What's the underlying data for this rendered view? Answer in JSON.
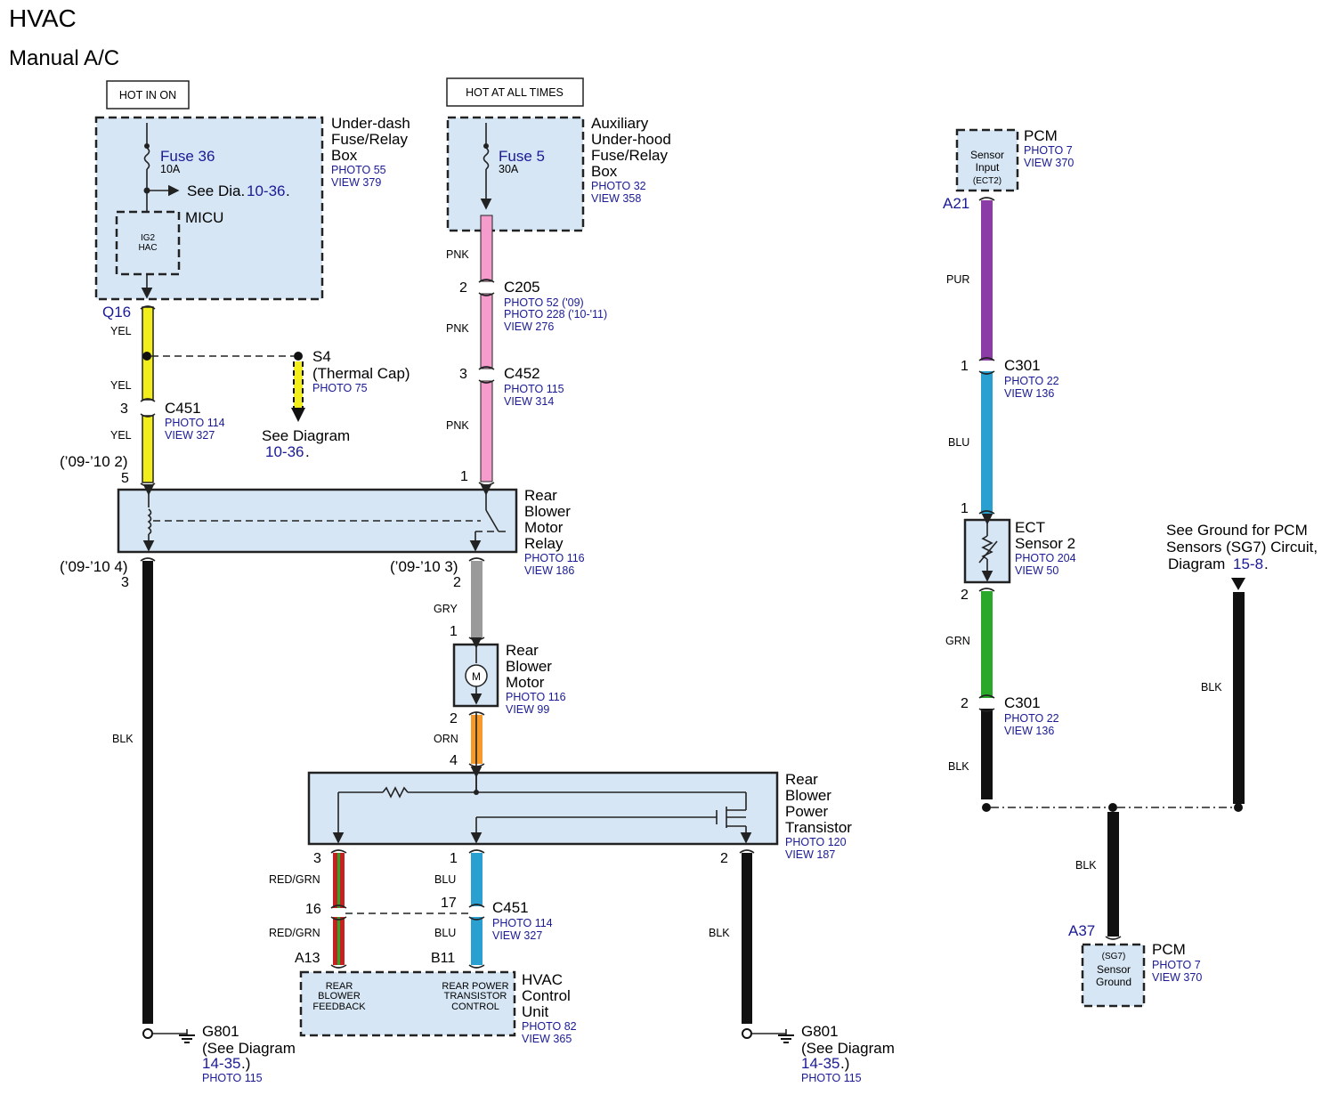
{
  "title": "HVAC",
  "subtitle": "Manual A/C",
  "colors": {
    "YEL": "#f2ee1c",
    "PNK": "#f59ccd",
    "PUR": "#8c3ca6",
    "BLU": "#2aa0d0",
    "GRN": "#2aa82a",
    "BLK": "#111111",
    "GRY": "#9a9a9a",
    "ORN": "#f59a2a",
    "RED": "#c62020",
    "box_fill": "#d6e6f5",
    "ref_text": "#1a1a96"
  },
  "labels": {
    "hot_in_on": "HOT IN ON",
    "hot_at_all_times": "HOT AT ALL TIMES",
    "underdash_box": [
      "Under-dash",
      "Fuse/Relay",
      "Box"
    ],
    "underdash_photo": "PHOTO 55",
    "underdash_view": "VIEW 379",
    "fuse36": "Fuse 36",
    "fuse36_amp": "10A",
    "see_dia": "See Dia.",
    "see_dia_ref": "10-36",
    "micu": "MICU",
    "micu_inner": [
      "IG2",
      "HAC"
    ],
    "aux_box": [
      "Auxiliary",
      "Under-hood",
      "Fuse/Relay",
      "Box"
    ],
    "aux_photo": "PHOTO 32",
    "aux_view": "VIEW 358",
    "fuse5": "Fuse 5",
    "fuse5_amp": "30A",
    "q16": "Q16",
    "yel": "YEL",
    "s4": "S4",
    "thermal_cap": "(Thermal Cap)",
    "s4_photo": "PHOTO 75",
    "see_diagram": "See Diagram",
    "see_diagram_ref": "10-36",
    "c451": "C451",
    "c451_photo": "PHOTO 114",
    "c451_view": "VIEW 327",
    "pin3": "3",
    "year_2": "(’09-’10 2)",
    "pin5": "5",
    "pnk": "PNK",
    "c205": "C205",
    "c205_photo1": "PHOTO 52 ('09)",
    "c205_photo2": "PHOTO 228 ('10-'11)",
    "c205_view": "VIEW 276",
    "pin2": "2",
    "c452": "C452",
    "c452_photo": "PHOTO 115",
    "c452_view": "VIEW 314",
    "pin1": "1",
    "relay_name": [
      "Rear",
      "Blower",
      "Motor",
      "Relay"
    ],
    "relay_photo": "PHOTO 116",
    "relay_view": "VIEW 186",
    "year_4": "(’09-’10 4)",
    "year_3": "(’09-’10 3)",
    "blk": "BLK",
    "gry": "GRY",
    "motor_name": [
      "Rear",
      "Blower",
      "Motor"
    ],
    "motor_photo": "PHOTO 116",
    "motor_view": "VIEW 99",
    "motor_symbol": "M",
    "orn": "ORN",
    "pin4": "4",
    "transistor_name": [
      "Rear",
      "Blower",
      "Power",
      "Transistor"
    ],
    "transistor_photo": "PHOTO 120",
    "transistor_view": "VIEW 187",
    "red_grn": "RED/GRN",
    "blu": "BLU",
    "pin16": "16",
    "pin17": "17",
    "a13": "A13",
    "b11": "B11",
    "hvac_unit": [
      "HVAC",
      "Control",
      "Unit"
    ],
    "hvac_photo": "PHOTO 82",
    "hvac_view": "VIEW 365",
    "hvac_inner_left": [
      "REAR",
      "BLOWER",
      "FEEDBACK"
    ],
    "hvac_inner_right": [
      "REAR POWER",
      "TRANSISTOR",
      "CONTROL"
    ],
    "g801": "G801",
    "see_diagram_paren": "(See Diagram",
    "g801_ref": "14-35",
    "g801_ref_tail": ".)",
    "g801_photo": "PHOTO 115",
    "pcm": "PCM",
    "pcm_photo": "PHOTO 7",
    "pcm_view": "VIEW 370",
    "sensor_input": [
      "Sensor",
      "Input",
      "(ECT2)"
    ],
    "a21": "A21",
    "pur": "PUR",
    "c301": "C301",
    "c301_photo": "PHOTO 22",
    "c301_view": "VIEW 136",
    "ect_name": [
      "ECT",
      "Sensor 2"
    ],
    "ect_photo": "PHOTO 204",
    "ect_view": "VIEW 50",
    "grn": "GRN",
    "see_ground": [
      "See Ground for PCM",
      "Sensors (SG7) Circuit,",
      "Diagram "
    ],
    "see_ground_ref": "15-8",
    "a37": "A37",
    "sensor_ground": [
      "(SG7)",
      "Sensor",
      "Ground"
    ],
    "dot": "."
  }
}
